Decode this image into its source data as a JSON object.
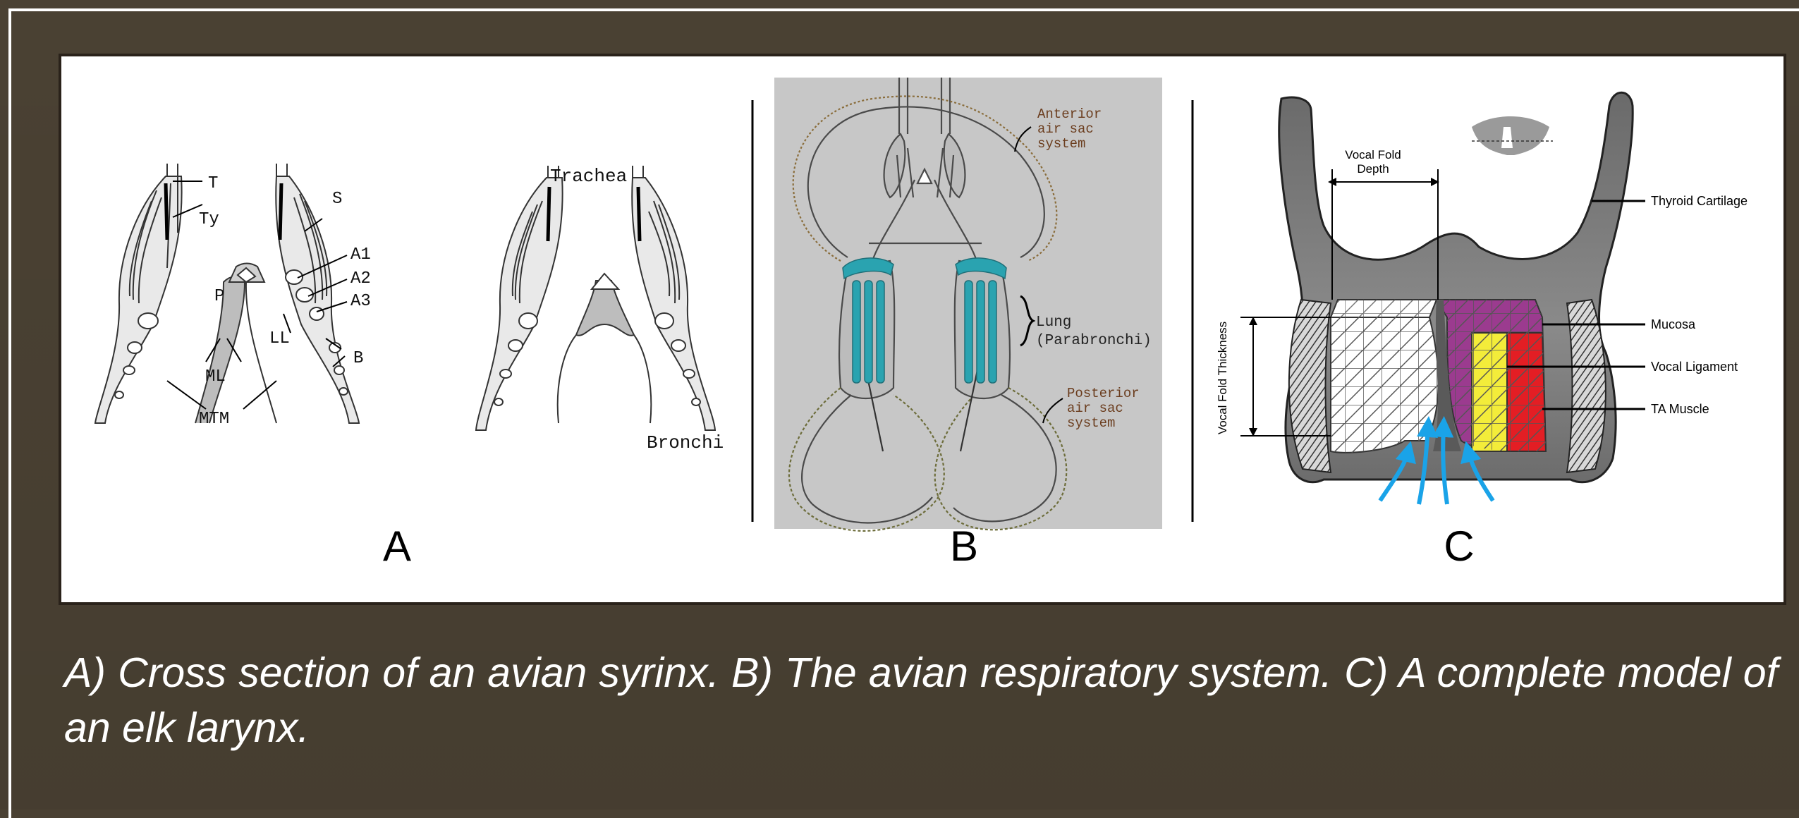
{
  "panel_a": {
    "labels": [
      "T",
      "Ty",
      "S",
      "A1",
      "A2",
      "A3",
      "P",
      "LL",
      "B",
      "ML",
      "MTM"
    ],
    "trachea": "Trachea",
    "bronchi": "Bronchi",
    "letter": "A"
  },
  "panel_b": {
    "anterior": [
      "Anterior",
      "air sac",
      "system"
    ],
    "lung": [
      "Lung",
      "(Parabronchi)"
    ],
    "posterior": [
      "Posterior",
      "air sac",
      "system"
    ],
    "letter": "B"
  },
  "panel_c": {
    "vocal_fold_depth": [
      "Vocal Fold",
      "Depth"
    ],
    "vocal_fold_thickness": "Vocal Fold Thickness",
    "thyroid_cartilage": "Thyroid Cartilage",
    "mucosa": "Mucosa",
    "vocal_ligament": "Vocal Ligament",
    "ta_muscle": "TA Muscle",
    "letter": "C"
  },
  "caption": "A)  Cross section of an avian syrinx.  B) The avian respiratory system. C) A complete model of an elk larynx.",
  "colors": {
    "background": "#4a4133",
    "parabronchi": "#2aa3b0",
    "mucosa": "#9b3b8f",
    "vocal_ligament": "#f3ec3a",
    "ta_muscle": "#e31e24",
    "airflow_arrows": "#1aa3e8"
  }
}
